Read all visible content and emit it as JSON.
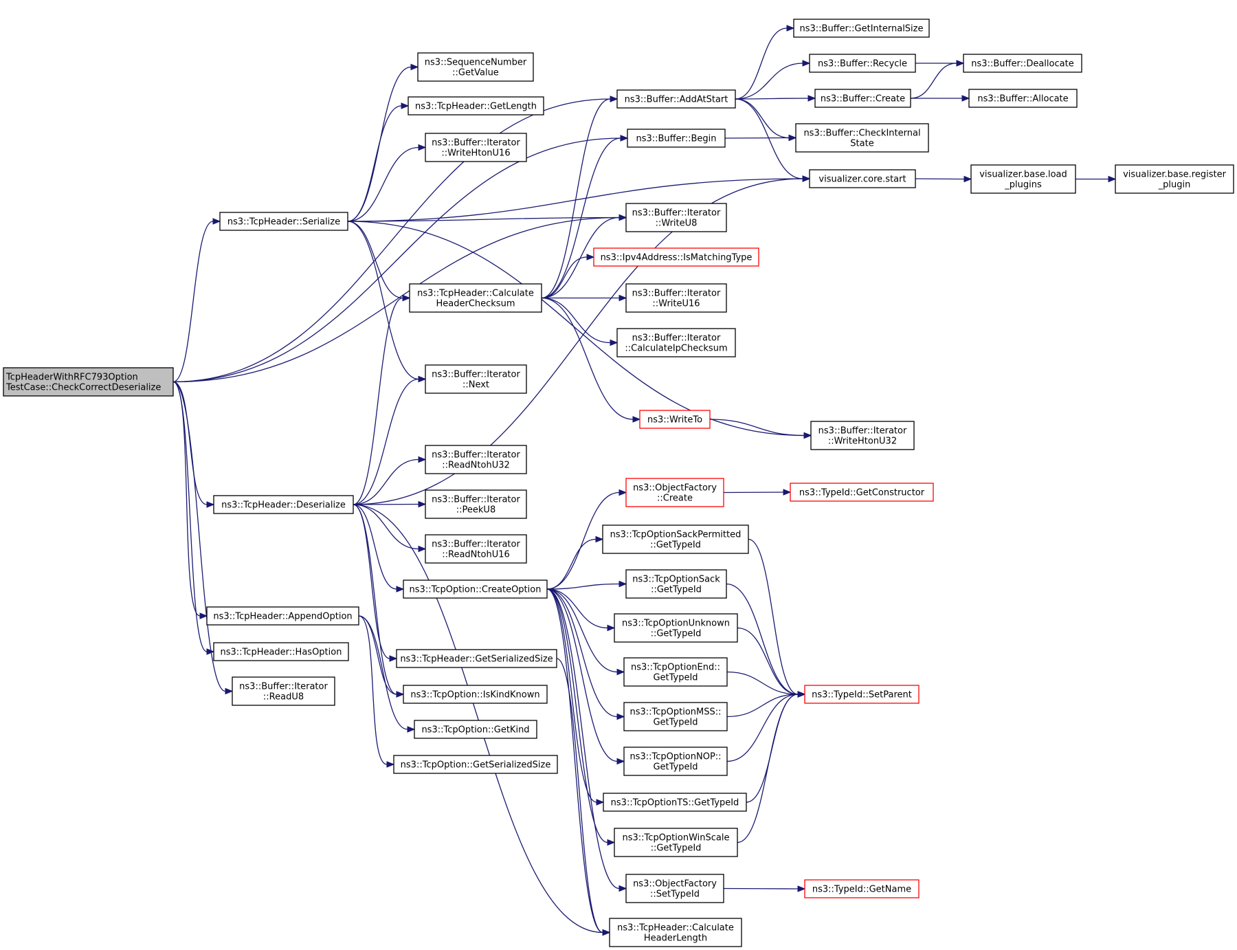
{
  "colors": {
    "edge": "#191970",
    "border": "#000000",
    "border_incomplete": "#ff0000",
    "root_fill": "#bfbfbf"
  },
  "nodes": [
    {
      "id": "root",
      "lines": [
        "TcpHeaderWithRFC793Option",
        "TestCase::CheckCorrectDeserialize"
      ],
      "root": true
    },
    {
      "id": "serialize",
      "lines": [
        "ns3::TcpHeader::Serialize"
      ]
    },
    {
      "id": "deserialize",
      "lines": [
        "ns3::TcpHeader::Deserialize"
      ]
    },
    {
      "id": "appendOption",
      "lines": [
        "ns3::TcpHeader::AppendOption"
      ]
    },
    {
      "id": "hasOption",
      "lines": [
        "ns3::TcpHeader::HasOption"
      ]
    },
    {
      "id": "readU8",
      "lines": [
        "ns3::Buffer::Iterator",
        "::ReadU8"
      ]
    },
    {
      "id": "seqGetValue",
      "lines": [
        "ns3::SequenceNumber",
        "::GetValue"
      ]
    },
    {
      "id": "getLength",
      "lines": [
        "ns3::TcpHeader::GetLength"
      ]
    },
    {
      "id": "writeHtonU16",
      "lines": [
        "ns3::Buffer::Iterator",
        "::WriteHtonU16"
      ]
    },
    {
      "id": "calcChecksum",
      "lines": [
        "ns3::TcpHeader::Calculate",
        "HeaderChecksum"
      ]
    },
    {
      "id": "next",
      "lines": [
        "ns3::Buffer::Iterator",
        "::Next"
      ]
    },
    {
      "id": "readNtohU32",
      "lines": [
        "ns3::Buffer::Iterator",
        "::ReadNtohU32"
      ]
    },
    {
      "id": "peekU8",
      "lines": [
        "ns3::Buffer::Iterator",
        "::PeekU8"
      ]
    },
    {
      "id": "readNtohU16",
      "lines": [
        "ns3::Buffer::Iterator",
        "::ReadNtohU16"
      ]
    },
    {
      "id": "createOption",
      "lines": [
        "ns3::TcpOption::CreateOption"
      ]
    },
    {
      "id": "getSerializedSizeH",
      "lines": [
        "ns3::TcpHeader::GetSerializedSize"
      ]
    },
    {
      "id": "isKindKnown",
      "lines": [
        "ns3::TcpOption::IsKindKnown"
      ]
    },
    {
      "id": "getKind",
      "lines": [
        "ns3::TcpOption::GetKind"
      ]
    },
    {
      "id": "getSerializedSizeO",
      "lines": [
        "ns3::TcpOption::GetSerializedSize"
      ]
    },
    {
      "id": "addAtStart",
      "lines": [
        "ns3::Buffer::AddAtStart"
      ]
    },
    {
      "id": "begin",
      "lines": [
        "ns3::Buffer::Begin"
      ]
    },
    {
      "id": "writeU8",
      "lines": [
        "ns3::Buffer::Iterator",
        "::WriteU8"
      ]
    },
    {
      "id": "isMatchingType",
      "lines": [
        "ns3::Ipv4Address::IsMatchingType"
      ],
      "red": true
    },
    {
      "id": "writeU16",
      "lines": [
        "ns3::Buffer::Iterator",
        "::WriteU16"
      ]
    },
    {
      "id": "calcIpChecksum",
      "lines": [
        "ns3::Buffer::Iterator",
        "::CalculateIpChecksum"
      ]
    },
    {
      "id": "writeTo",
      "lines": [
        "ns3::WriteTo"
      ],
      "red": true
    },
    {
      "id": "ofCreate",
      "lines": [
        "ns3::ObjectFactory",
        "::Create"
      ],
      "red": true
    },
    {
      "id": "sackPermGetTypeId",
      "lines": [
        "ns3::TcpOptionSackPermitted",
        "::GetTypeId"
      ]
    },
    {
      "id": "sackGetTypeId",
      "lines": [
        "ns3::TcpOptionSack",
        "::GetTypeId"
      ]
    },
    {
      "id": "unknownGetTypeId",
      "lines": [
        "ns3::TcpOptionUnknown",
        "::GetTypeId"
      ]
    },
    {
      "id": "endGetTypeId",
      "lines": [
        "ns3::TcpOptionEnd::",
        "GetTypeId"
      ]
    },
    {
      "id": "mssGetTypeId",
      "lines": [
        "ns3::TcpOptionMSS::",
        "GetTypeId"
      ]
    },
    {
      "id": "nopGetTypeId",
      "lines": [
        "ns3::TcpOptionNOP::",
        "GetTypeId"
      ]
    },
    {
      "id": "tsGetTypeId",
      "lines": [
        "ns3::TcpOptionTS::GetTypeId"
      ]
    },
    {
      "id": "winScaleGetTypeId",
      "lines": [
        "ns3::TcpOptionWinScale",
        "::GetTypeId"
      ]
    },
    {
      "id": "ofSetTypeId",
      "lines": [
        "ns3::ObjectFactory",
        "::SetTypeId"
      ]
    },
    {
      "id": "calcHeaderLength",
      "lines": [
        "ns3::TcpHeader::Calculate",
        "HeaderLength"
      ]
    },
    {
      "id": "getInternalSize",
      "lines": [
        "ns3::Buffer::GetInternalSize"
      ]
    },
    {
      "id": "recycle",
      "lines": [
        "ns3::Buffer::Recycle"
      ]
    },
    {
      "id": "bufCreate",
      "lines": [
        "ns3::Buffer::Create"
      ]
    },
    {
      "id": "checkInternalState",
      "lines": [
        "ns3::Buffer::CheckInternal",
        "State"
      ]
    },
    {
      "id": "vizCoreStart",
      "lines": [
        "visualizer.core.start"
      ]
    },
    {
      "id": "writeHtonU32",
      "lines": [
        "ns3::Buffer::Iterator",
        "::WriteHtonU32"
      ]
    },
    {
      "id": "getConstructor",
      "lines": [
        "ns3::TypeId::GetConstructor"
      ],
      "red": true
    },
    {
      "id": "setParent",
      "lines": [
        "ns3::TypeId::SetParent"
      ],
      "red": true
    },
    {
      "id": "getName",
      "lines": [
        "ns3::TypeId::GetName"
      ],
      "red": true
    },
    {
      "id": "deallocate",
      "lines": [
        "ns3::Buffer::Deallocate"
      ]
    },
    {
      "id": "allocate",
      "lines": [
        "ns3::Buffer::Allocate"
      ]
    },
    {
      "id": "loadPlugins",
      "lines": [
        "visualizer.base.load",
        "_plugins"
      ]
    },
    {
      "id": "registerPlugin",
      "lines": [
        "visualizer.base.register",
        "_plugin"
      ]
    }
  ],
  "edges": [
    [
      "root",
      "serialize"
    ],
    [
      "root",
      "deserialize"
    ],
    [
      "root",
      "appendOption"
    ],
    [
      "root",
      "hasOption"
    ],
    [
      "root",
      "readU8"
    ],
    [
      "root",
      "addAtStart"
    ],
    [
      "root",
      "begin"
    ],
    [
      "root",
      "writeU8"
    ],
    [
      "serialize",
      "seqGetValue"
    ],
    [
      "serialize",
      "getLength"
    ],
    [
      "serialize",
      "writeHtonU16"
    ],
    [
      "serialize",
      "vizCoreStart"
    ],
    [
      "serialize",
      "writeU8"
    ],
    [
      "serialize",
      "calcChecksum"
    ],
    [
      "serialize",
      "next"
    ],
    [
      "serialize",
      "writeHtonU32"
    ],
    [
      "deserialize",
      "calcChecksum"
    ],
    [
      "deserialize",
      "next"
    ],
    [
      "deserialize",
      "vizCoreStart"
    ],
    [
      "deserialize",
      "readNtohU32"
    ],
    [
      "deserialize",
      "peekU8"
    ],
    [
      "deserialize",
      "readNtohU16"
    ],
    [
      "deserialize",
      "createOption"
    ],
    [
      "deserialize",
      "getSerializedSizeH"
    ],
    [
      "deserialize",
      "isKindKnown"
    ],
    [
      "deserialize",
      "calcHeaderLength"
    ],
    [
      "appendOption",
      "isKindKnown"
    ],
    [
      "appendOption",
      "getKind"
    ],
    [
      "appendOption",
      "getSerializedSizeO"
    ],
    [
      "calcChecksum",
      "addAtStart"
    ],
    [
      "calcChecksum",
      "begin"
    ],
    [
      "calcChecksum",
      "writeU8"
    ],
    [
      "calcChecksum",
      "isMatchingType"
    ],
    [
      "calcChecksum",
      "writeU16"
    ],
    [
      "calcChecksum",
      "calcIpChecksum"
    ],
    [
      "calcChecksum",
      "writeTo"
    ],
    [
      "createOption",
      "ofCreate"
    ],
    [
      "createOption",
      "sackPermGetTypeId"
    ],
    [
      "createOption",
      "sackGetTypeId"
    ],
    [
      "createOption",
      "unknownGetTypeId"
    ],
    [
      "createOption",
      "endGetTypeId"
    ],
    [
      "createOption",
      "mssGetTypeId"
    ],
    [
      "createOption",
      "nopGetTypeId"
    ],
    [
      "createOption",
      "tsGetTypeId"
    ],
    [
      "createOption",
      "winScaleGetTypeId"
    ],
    [
      "createOption",
      "ofSetTypeId"
    ],
    [
      "createOption",
      "calcHeaderLength"
    ],
    [
      "getSerializedSizeH",
      "calcHeaderLength"
    ],
    [
      "addAtStart",
      "getInternalSize"
    ],
    [
      "addAtStart",
      "recycle"
    ],
    [
      "addAtStart",
      "bufCreate"
    ],
    [
      "addAtStart",
      "checkInternalState"
    ],
    [
      "addAtStart",
      "vizCoreStart"
    ],
    [
      "begin",
      "checkInternalState"
    ],
    [
      "writeTo",
      "writeHtonU32"
    ],
    [
      "ofCreate",
      "getConstructor"
    ],
    [
      "sackPermGetTypeId",
      "setParent"
    ],
    [
      "sackGetTypeId",
      "setParent"
    ],
    [
      "unknownGetTypeId",
      "setParent"
    ],
    [
      "endGetTypeId",
      "setParent"
    ],
    [
      "mssGetTypeId",
      "setParent"
    ],
    [
      "nopGetTypeId",
      "setParent"
    ],
    [
      "tsGetTypeId",
      "setParent"
    ],
    [
      "winScaleGetTypeId",
      "setParent"
    ],
    [
      "ofSetTypeId",
      "getName"
    ],
    [
      "recycle",
      "deallocate"
    ],
    [
      "bufCreate",
      "deallocate"
    ],
    [
      "bufCreate",
      "allocate"
    ],
    [
      "vizCoreStart",
      "loadPlugins"
    ],
    [
      "loadPlugins",
      "registerPlugin"
    ]
  ]
}
